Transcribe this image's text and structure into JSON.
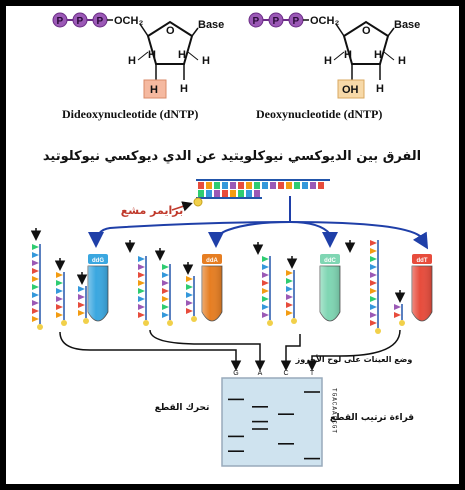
{
  "left_nucleotide": {
    "phosphates": [
      "P",
      "P",
      "P"
    ],
    "sugar_group": "OCH₂",
    "base": "Base",
    "h_labels": [
      "H",
      "H",
      "H",
      "H",
      "H"
    ],
    "three_prime": "H",
    "caption": "Dideoxynucleotide (dNTP)",
    "highlight_color": "#f5b9a0"
  },
  "right_nucleotide": {
    "phosphates": [
      "P",
      "P",
      "P"
    ],
    "sugar_group": "OCH₂",
    "base": "Base",
    "h_labels": [
      "H",
      "H",
      "H",
      "H",
      "H"
    ],
    "three_prime": "OH",
    "caption": "Deoxynucleotide (dNTP)",
    "highlight_color": "#f7d9a8"
  },
  "heading": "الفرق بين الديوكسي نيوكلويتيد عن الدي ديوكسي نيوكلوتيد",
  "primer_label": "برايمر مشع",
  "tube_labels": [
    "ddG",
    "ddA",
    "ddC",
    "ddT"
  ],
  "tube_colors": [
    "#3aa7e0",
    "#e67e22",
    "#7fd6b3",
    "#e74c3c"
  ],
  "lane_letters": [
    "G",
    "A",
    "C",
    "T"
  ],
  "load_label": "وضع العينات على لوح الأجروز",
  "migration_label": "تحرك القطع",
  "reading_label": "قراءة ترتيب القطع",
  "sequence_readout": "TGACAAGCGT",
  "colors": {
    "arrow": "#1f3fa8",
    "gel": "#cfe3ef",
    "ssdna": "#2255aa"
  }
}
